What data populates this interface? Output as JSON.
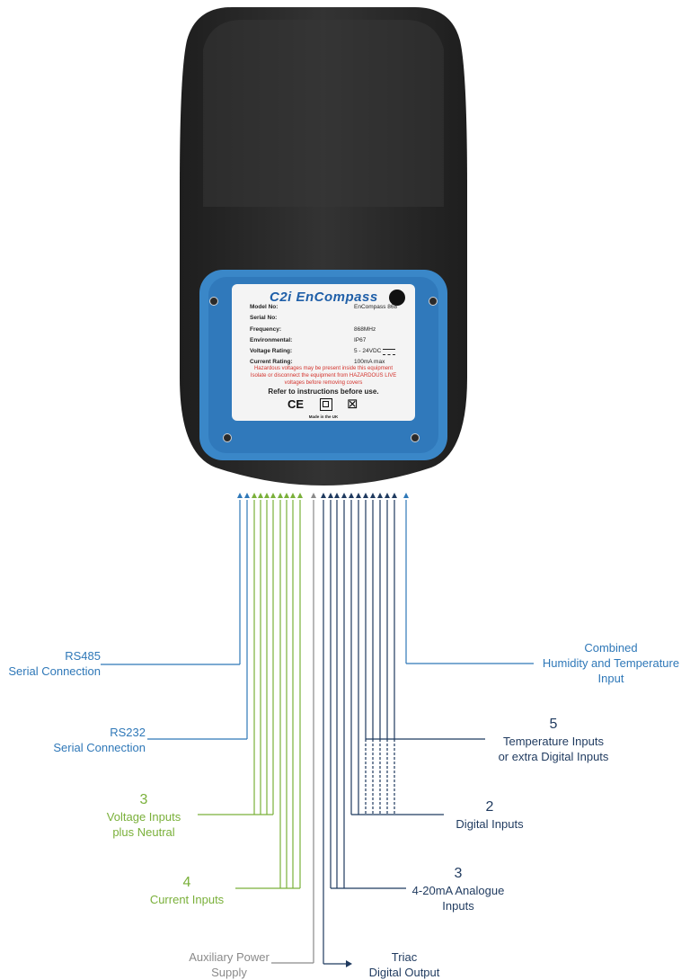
{
  "colors": {
    "device_body": "#2b2b2b",
    "device_plate": "#3a87c8",
    "serial_blue": "#2f78b8",
    "voltage_green": "#7ab03a",
    "dark_navy": "#1f3a5f",
    "aux_gray": "#8a8a8a",
    "warning_red": "#d3332d"
  },
  "device": {
    "brand": "C2i EnCompass",
    "fields": [
      {
        "label": "Model No:",
        "value": "EnCompass 868"
      },
      {
        "label": "Serial No:",
        "value": ""
      },
      {
        "label": "Frequency:",
        "value": "868MHz"
      },
      {
        "label": "Environmental:",
        "value": "IP67"
      },
      {
        "label": "Voltage Rating:",
        "value": "5 - 24VDC"
      },
      {
        "label": "Current Rating:",
        "value": "100mA max"
      }
    ],
    "warning_line1": "Hazardous voltages may be present inside this equipment",
    "warning_line2": "Isolate or disconnect the equipment from HAZARDOUS LIVE",
    "warning_line3": "voltages before removing covers",
    "refer": "Refer to instructions before use.",
    "marks": [
      "CE",
      "double-insulation",
      "weee-bin"
    ],
    "made_in": "Made in the UK"
  },
  "labels": {
    "rs485": {
      "line1": "RS485",
      "line2": "Serial Connection"
    },
    "rs232": {
      "line1": "RS232",
      "line2": "Serial Connection"
    },
    "voltage": {
      "num": "3",
      "line1": "Voltage Inputs",
      "line2": "plus Neutral"
    },
    "current": {
      "num": "4",
      "line1": "Current Inputs"
    },
    "aux": {
      "line1": "Auxiliary Power",
      "line2": "Supply"
    },
    "humidity": {
      "line1": "Combined",
      "line2": "Humidity and Temperature",
      "line3": "Input"
    },
    "temperature": {
      "num": "5",
      "line1": "Temperature Inputs",
      "line2": "or extra Digital Inputs"
    },
    "digital": {
      "num": "2",
      "line1": "Digital Inputs"
    },
    "analogue": {
      "num": "3",
      "line1": "4-20mA Analogue",
      "line2": "Inputs"
    },
    "triac": {
      "line1": "Triac",
      "line2": "Digital Output"
    }
  }
}
